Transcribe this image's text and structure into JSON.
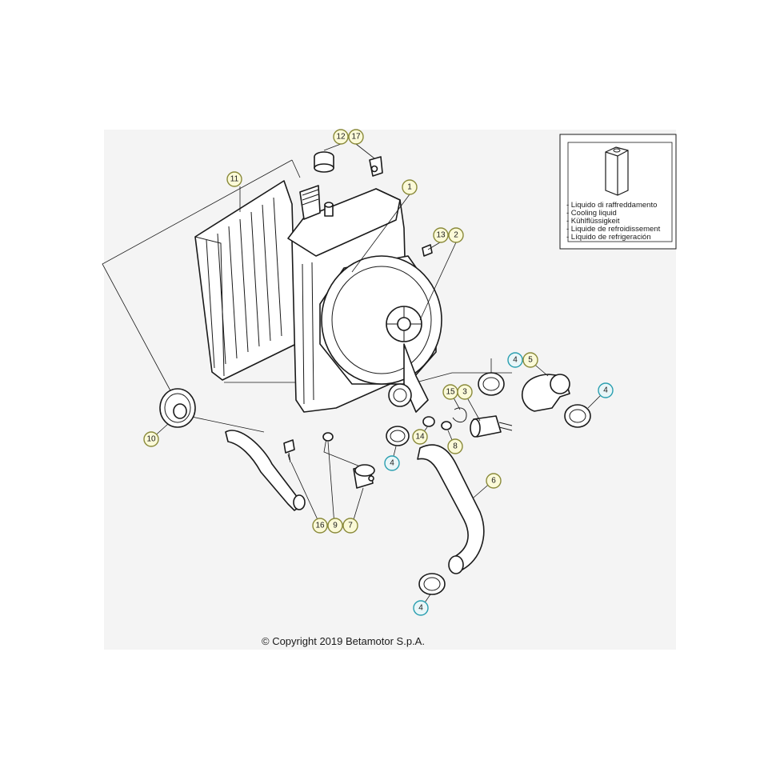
{
  "callouts": {
    "c1": "1",
    "c2": "2",
    "c3": "3",
    "c4a": "4",
    "c4b": "4",
    "c4c": "4",
    "c4d": "4",
    "c5": "5",
    "c6": "6",
    "c7": "7",
    "c8": "8",
    "c9": "9",
    "c10": "10",
    "c11": "11",
    "c12": "12",
    "c13": "13",
    "c14": "14",
    "c15": "15",
    "c16": "16",
    "c17": "17"
  },
  "legend": {
    "line1": "- Liquido di raffreddamento",
    "line2": "- Cooling liquid",
    "line3": "- Kühlflüssigkeit",
    "line4": "- Liquide de refroidissement",
    "line5": "- Líquido de refrigeración"
  },
  "copyright": "© Copyright 2019 Betamotor S.p.A.",
  "colors": {
    "callout_standard": "#fbfad8",
    "callout_clamp": "#e9f6f8",
    "background_panel": "#f4f4f4"
  }
}
